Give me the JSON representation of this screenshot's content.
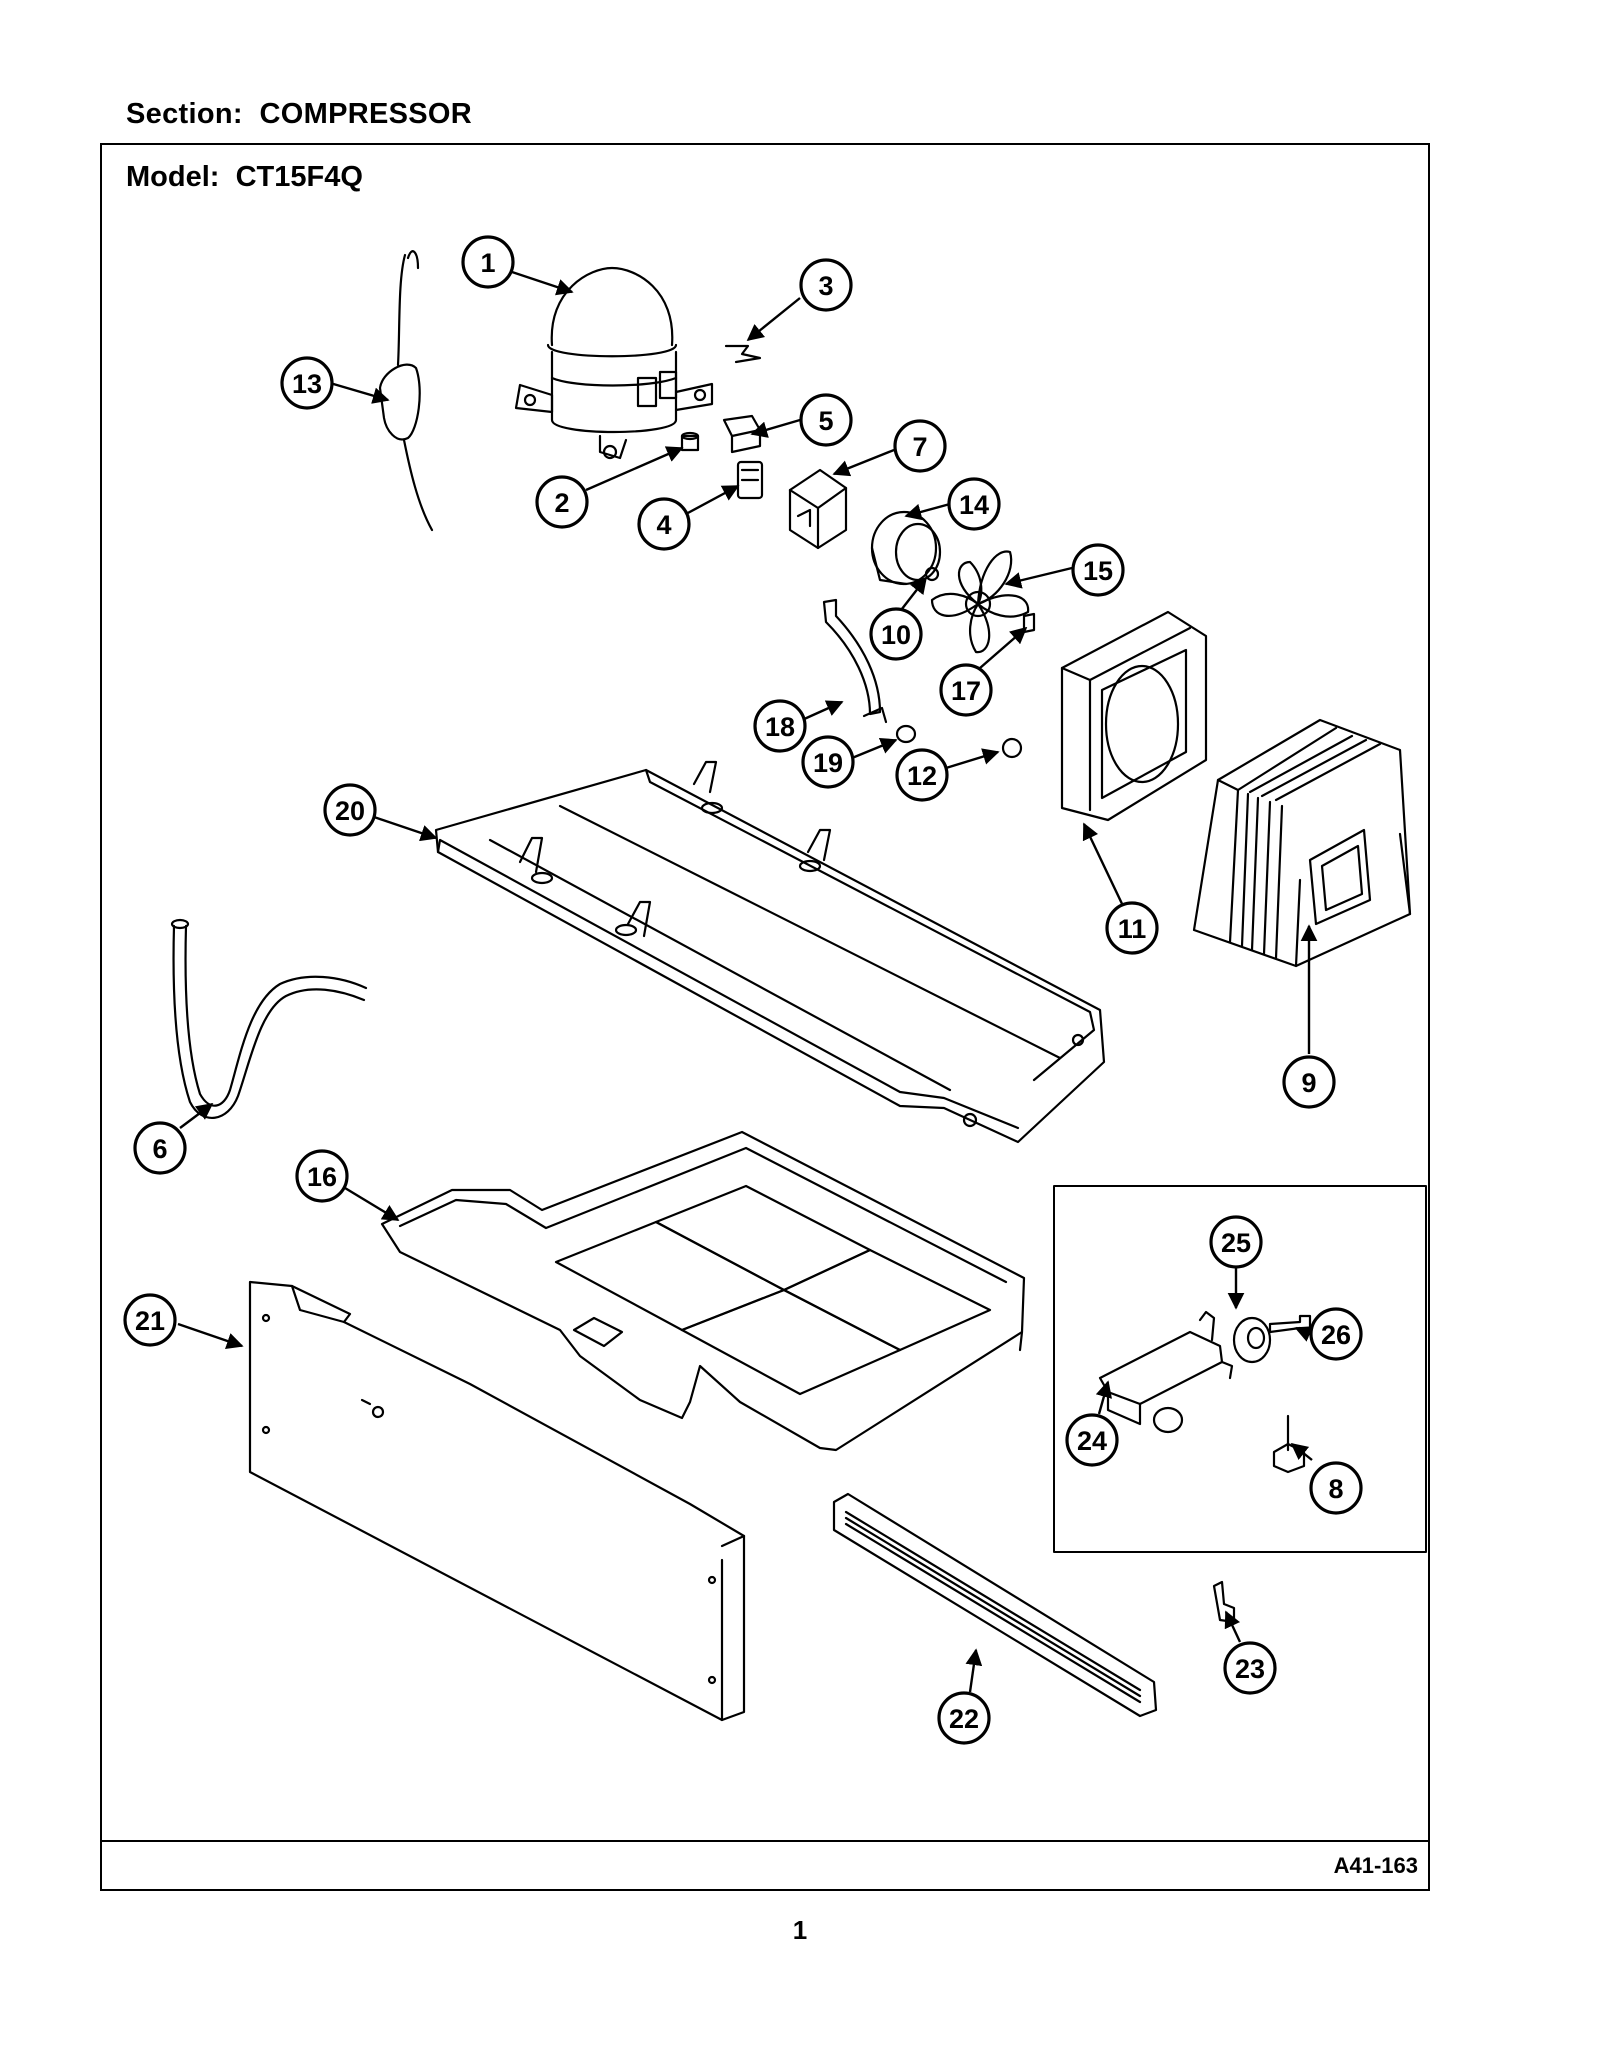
{
  "header": {
    "section_label": "Section:",
    "section_value": "COMPRESSOR"
  },
  "panel": {
    "model_label": "Model:",
    "model_value": "CT15F4Q",
    "diagram_code": "A41-163"
  },
  "page": {
    "number": "1"
  },
  "callouts": [
    "1",
    "2",
    "3",
    "4",
    "5",
    "6",
    "7",
    "8",
    "9",
    "10",
    "11",
    "12",
    "13",
    "14",
    "15",
    "16",
    "17",
    "18",
    "19",
    "20",
    "21",
    "22",
    "23",
    "24",
    "25",
    "26"
  ]
}
